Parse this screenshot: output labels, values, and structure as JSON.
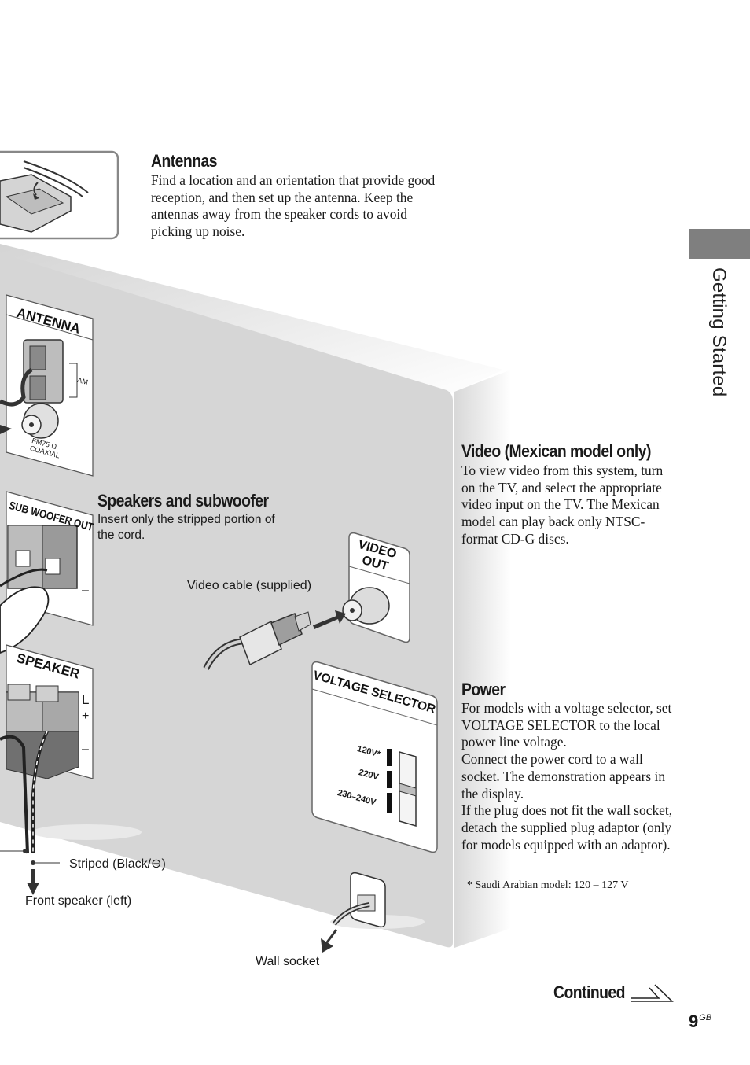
{
  "side_tab": {
    "label": "Getting Started"
  },
  "antennas": {
    "title": "Antennas",
    "body": "Find a location and an orientation that provide good reception, and then set up the antenna. Keep the antennas away from the speaker cords to avoid picking up noise."
  },
  "speakers": {
    "title": "Speakers and subwoofer",
    "body": "Insert only the stripped portion of the cord."
  },
  "video": {
    "title": "Video (Mexican model only)",
    "body": "To view video from this system, turn on the TV, and select the appropriate video input on the TV. The Mexican model can play back only NTSC-format CD-G discs."
  },
  "power": {
    "title": "Power",
    "paragraphs": [
      "For models with a voltage selector, set VOLTAGE SELECTOR to the local power line voltage.",
      "Connect the power cord to a wall socket. The demonstration appears in the display.",
      "If the plug does not fit the wall socket, detach the supplied plug adaptor (only for models equipped with an adaptor)."
    ],
    "footnote": "* Saudi Arabian model: 120 – 127 V"
  },
  "panel": {
    "antenna": "ANTENNA",
    "am": "AM",
    "fm_line1": "FM75 Ω",
    "fm_line2": "COAXIAL",
    "sub_woofer_out": "SUB WOOFER OUT",
    "speaker": "SPEAKER",
    "l": "L",
    "plus": "+",
    "minus": "–",
    "video_out_line1": "VIDEO",
    "video_out_line2": "OUT",
    "voltage_selector": "VOLTAGE SELECTOR",
    "v120": "120V*",
    "v220": "220V",
    "v230": "230–240V"
  },
  "callouts": {
    "video_cable": "Video cable (supplied)",
    "striped": "Striped (Black/⊖)",
    "front_speaker": "Front speaker (left)",
    "wall_socket": "Wall socket"
  },
  "footer": {
    "continued": "Continued",
    "page_number": "9",
    "page_suffix": "GB"
  }
}
